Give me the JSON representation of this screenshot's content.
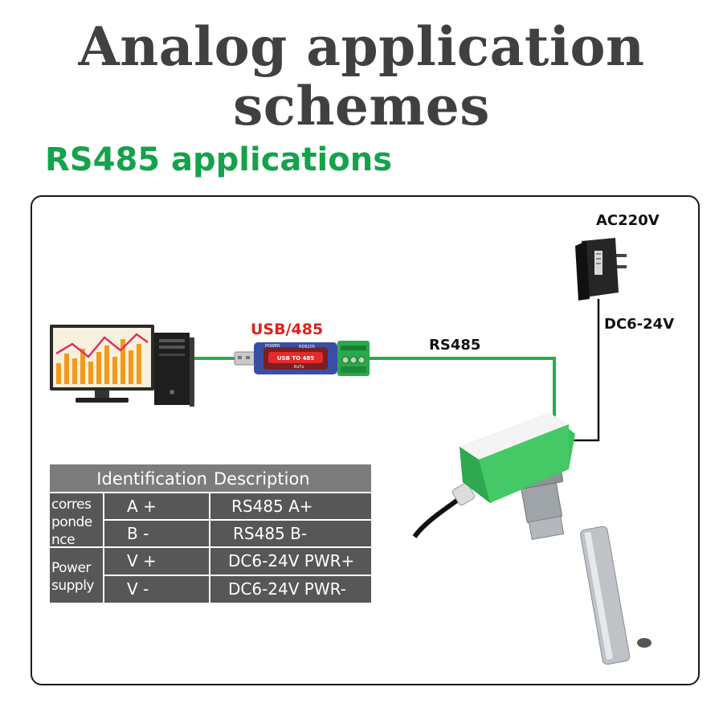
{
  "title_line1": "Analog application",
  "title_line2": "schemes",
  "subtitle": "RS485 applications",
  "labels": {
    "ac": "AC220V",
    "dc": "DC6-24V",
    "usb485": "USB/485",
    "rs485": "RS485"
  },
  "converter_text": {
    "power": "POWER",
    "model": "RD6205",
    "face": "USB TO 485",
    "sub": "RxTx"
  },
  "table": {
    "header": [
      "Identification",
      "Description"
    ],
    "groups": [
      "corres ponde nce",
      "Power supply"
    ],
    "rows": [
      {
        "id": "A +",
        "desc": "RS485 A+"
      },
      {
        "id": "B -",
        "desc": "RS485 B-"
      },
      {
        "id": "V +",
        "desc": "DC6-24V PWR+"
      },
      {
        "id": "V -",
        "desc": "DC6-24V PWR-"
      }
    ]
  },
  "colors": {
    "accent_green": "#14a24a",
    "wire_green": "#1fb04b",
    "red_label": "#e01f1f",
    "table_dark": "#575757",
    "table_header": "#7c7c7c"
  }
}
